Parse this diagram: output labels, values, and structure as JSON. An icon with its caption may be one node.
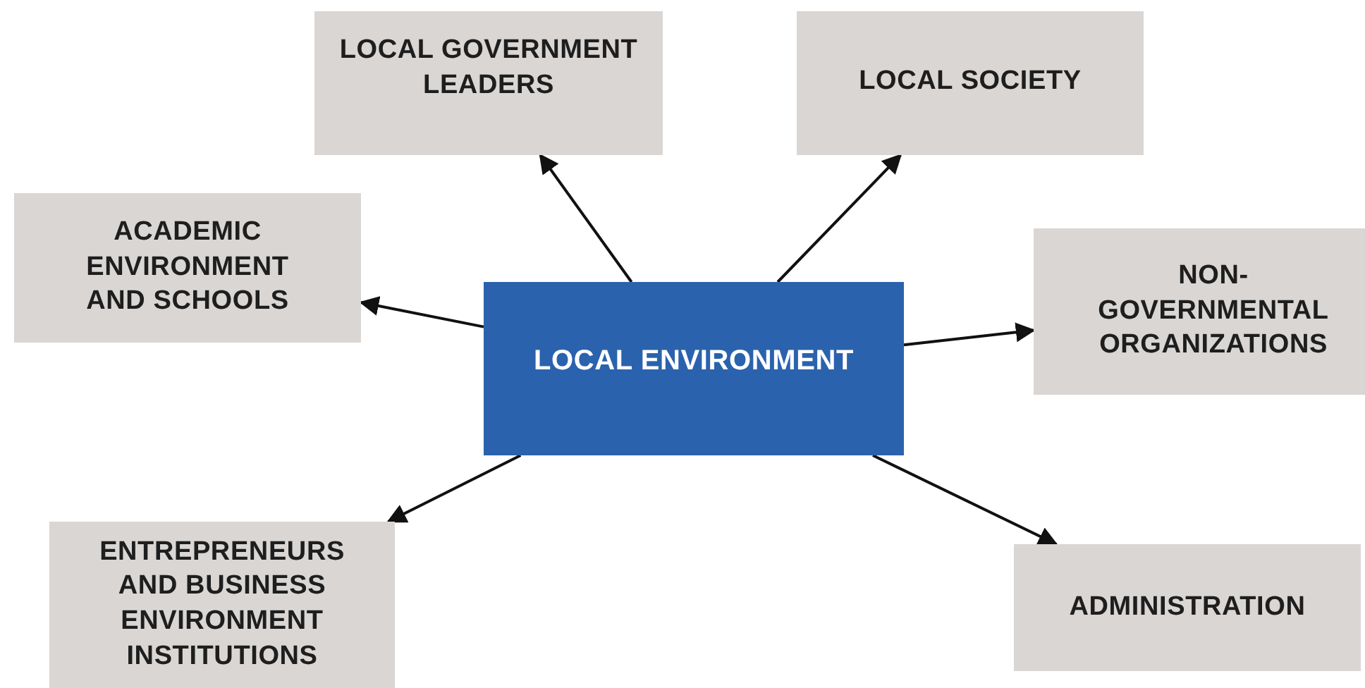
{
  "diagram": {
    "nodes": [
      {
        "text": [
          "LOCAL GOVERNMENT LEADERS"
        ]
      },
      {
        "text": [
          "LOCAL SOCIETY"
        ]
      },
      {
        "text": [
          "ACADEMIC ENVIRONMENT AND SCHOOLS"
        ]
      },
      {
        "text": [
          "NON-GOVERNMENTAL ORGANIZATIONS"
        ]
      },
      {
        "text": [
          "LOCAL ENVIRONMENT"
        ]
      },
      {
        "text": [
          "ENTREPRENEURS AND BUSINESS ENVIRONMENT INSTITUTIONS"
        ]
      },
      {
        "text": [
          "ADMINISTRATION"
        ]
      }
    ],
    "edges": [
      {
        "from": 4,
        "to": 0,
        "arrow": "to"
      },
      {
        "from": 4,
        "to": 1,
        "arrow": "to"
      },
      {
        "from": 4,
        "to": 2,
        "arrow": "to"
      },
      {
        "from": 4,
        "to": 3,
        "arrow": "to"
      },
      {
        "from": 4,
        "to": 5,
        "arrow": "to"
      },
      {
        "from": 4,
        "to": 6,
        "arrow": "to"
      }
    ]
  }
}
